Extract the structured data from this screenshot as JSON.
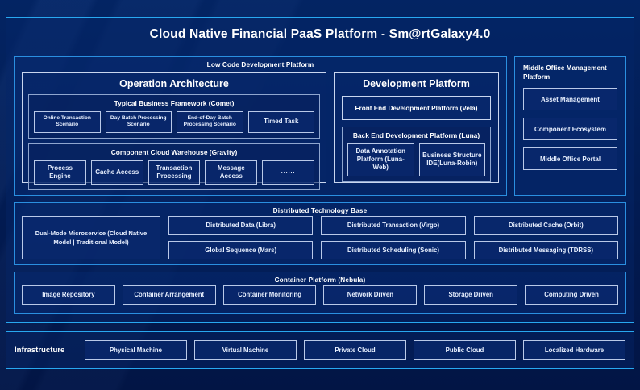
{
  "diagram": {
    "title": "Cloud Native Financial PaaS Platform - Sm@rtGalaxy4.0",
    "colors": {
      "backdrop": "#021a50",
      "panel_border": "#28a8f0",
      "section_border": "#2a8fe0",
      "box_border": "#b9c9e8",
      "text": "#ffffff",
      "box_text": "#e8f0ff"
    },
    "low_code": {
      "title": "Low Code Development Platform",
      "operation_architecture": {
        "title": "Operation Architecture",
        "groups": [
          {
            "title": "Typical Business Framework (Comet)",
            "items": [
              "Online Transaction Scenario",
              "Day Batch Processing Scenario",
              "End-of-Day Batch Processing Scenario",
              "Timed Task"
            ]
          },
          {
            "title": "Component Cloud Warehouse (Gravity)",
            "items": [
              "Process Engine",
              "Cache Access",
              "Transaction Processing",
              "Message Access",
              "......"
            ]
          }
        ]
      },
      "development_platform": {
        "title": "Development Platform",
        "front_end": "Front End Development Platform (Vela)",
        "back_end": {
          "title": "Back End Development Platform (Luna)",
          "items": [
            "Data Annotation Platform (Luna-Web)",
            "Business Structure IDE(Luna-Robin)"
          ]
        }
      }
    },
    "middle_office": {
      "title": "Middle Office Management Platform",
      "items": [
        "Asset Management",
        "Component Ecosystem",
        "Middle Office Portal"
      ]
    },
    "distributed_technology_base": {
      "title": "Distributed Technology Base",
      "highlight": "Dual-Mode Microservice (Cloud Native Model | Traditional Model)",
      "columns": [
        [
          "Distributed Data (Libra)",
          "Global Sequence (Mars)"
        ],
        [
          "Distributed Transaction (Virgo)",
          "Distributed Scheduling (Sonic)"
        ],
        [
          "Distributed Cache (Orbit)",
          "Distributed Messaging (TDRSS)"
        ]
      ]
    },
    "container_platform": {
      "title": "Container Platform (Nebula)",
      "items": [
        "Image Repository",
        "Container Arrangement",
        "Container Monitoring",
        "Network Driven",
        "Storage Driven",
        "Computing Driven"
      ]
    },
    "infrastructure": {
      "label": "Infrastructure",
      "items": [
        "Physical Machine",
        "Virtual Machine",
        "Private Cloud",
        "Public Cloud",
        "Localized Hardware"
      ]
    }
  }
}
